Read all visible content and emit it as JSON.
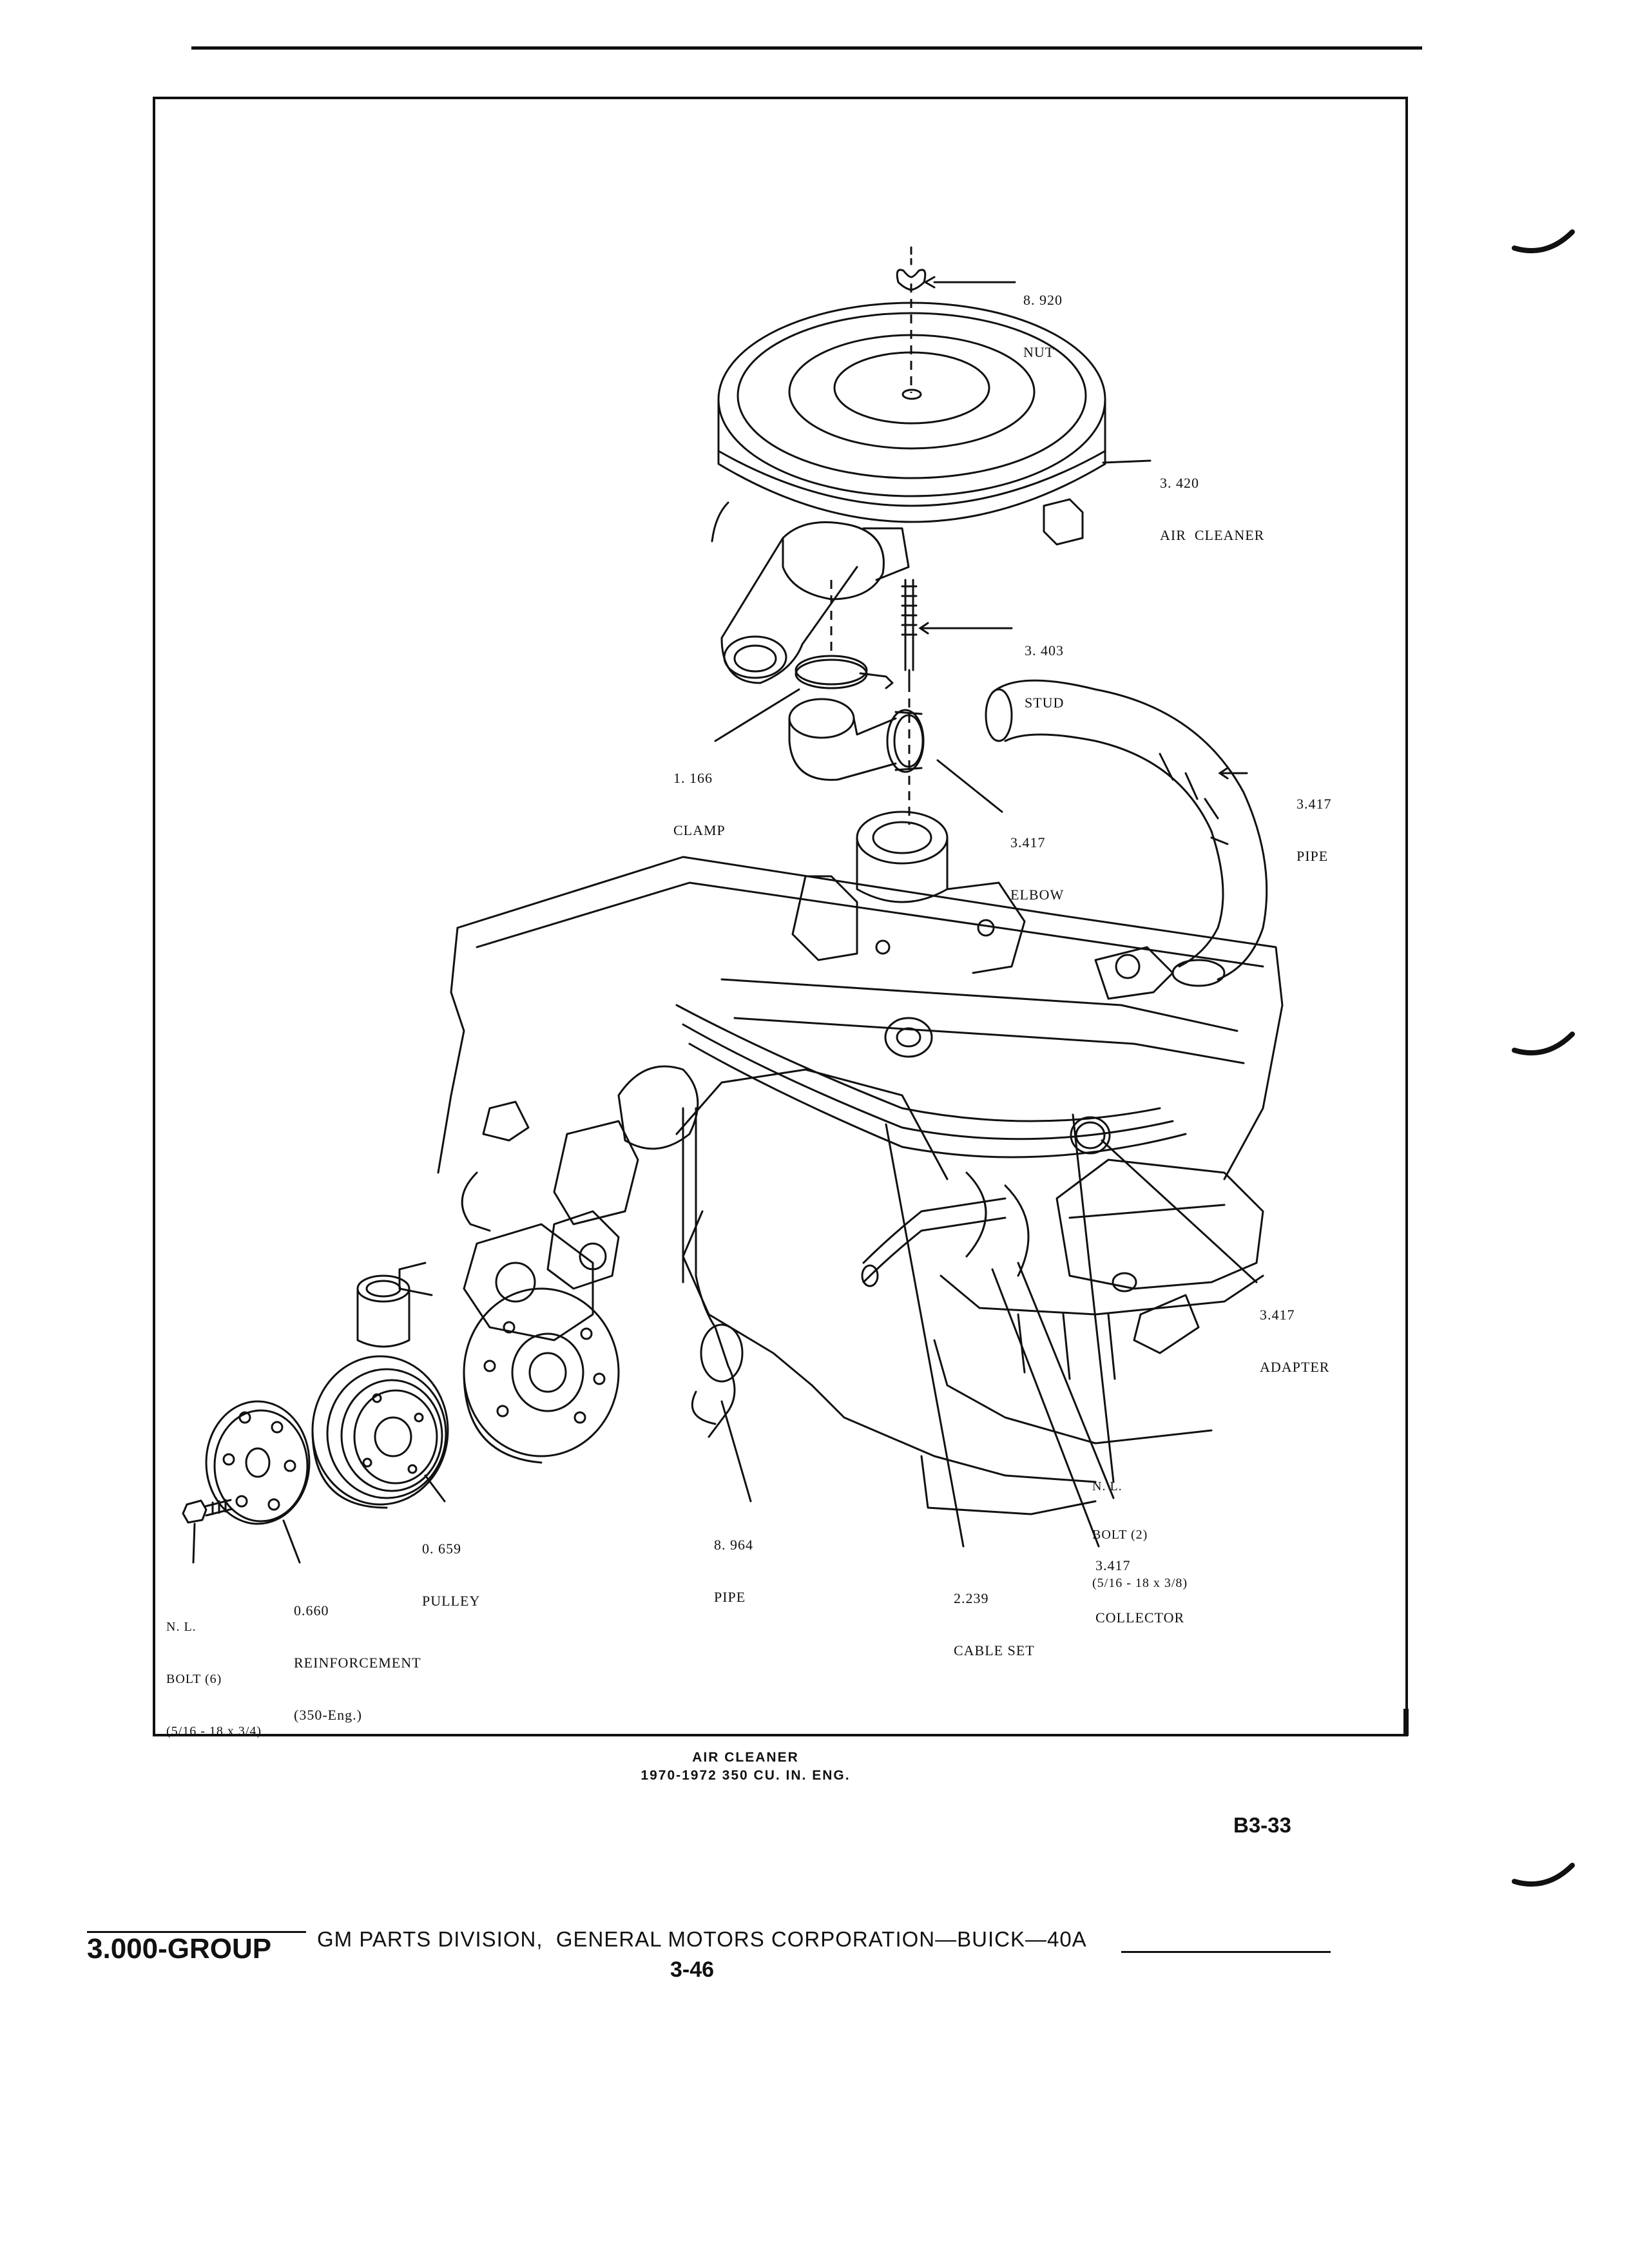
{
  "labels": {
    "nut": {
      "part": "8. 920",
      "name": "NUT"
    },
    "air_cleaner": {
      "part": "3. 420",
      "name": "AIR  CLEANER"
    },
    "stud": {
      "part": "3. 403",
      "name": "STUD"
    },
    "clamp": {
      "part": "1. 166",
      "name": "CLAMP"
    },
    "pipe_upper": {
      "part": "3.417",
      "name": "PIPE"
    },
    "elbow": {
      "part": "3.417",
      "name": "ELBOW"
    },
    "adapter": {
      "part": "3.417",
      "name": "ADAPTER"
    },
    "bolt_2": {
      "part": "N. L.",
      "name": "BOLT (2)",
      "spec": "(5/16 - 18 x 3/8)"
    },
    "collector": {
      "part": "3.417",
      "name": "COLLECTOR"
    },
    "cable_set": {
      "part": "2.239",
      "name": "CABLE SET"
    },
    "pipe_lower": {
      "part": "8. 964",
      "name": "PIPE"
    },
    "pulley": {
      "part": "0. 659",
      "name": "PULLEY"
    },
    "reinforcement": {
      "part": "0.660",
      "name": "REINFORCEMENT",
      "spec": "(350-Eng.)"
    },
    "bolt_6": {
      "part": "N. L.",
      "name": "BOLT (6)",
      "spec": "(5/16 - 18 x 3/4)"
    }
  },
  "caption": {
    "line1": "AIR CLEANER",
    "line2": "1970-1972 350 CU. IN. ENG."
  },
  "figure_code": "B3-33",
  "footer": {
    "group": "3.000-GROUP",
    "publisher": "GM PARTS DIVISION,  GENERAL MOTORS CORPORATION—BUICK—40A",
    "page": "3-46"
  }
}
